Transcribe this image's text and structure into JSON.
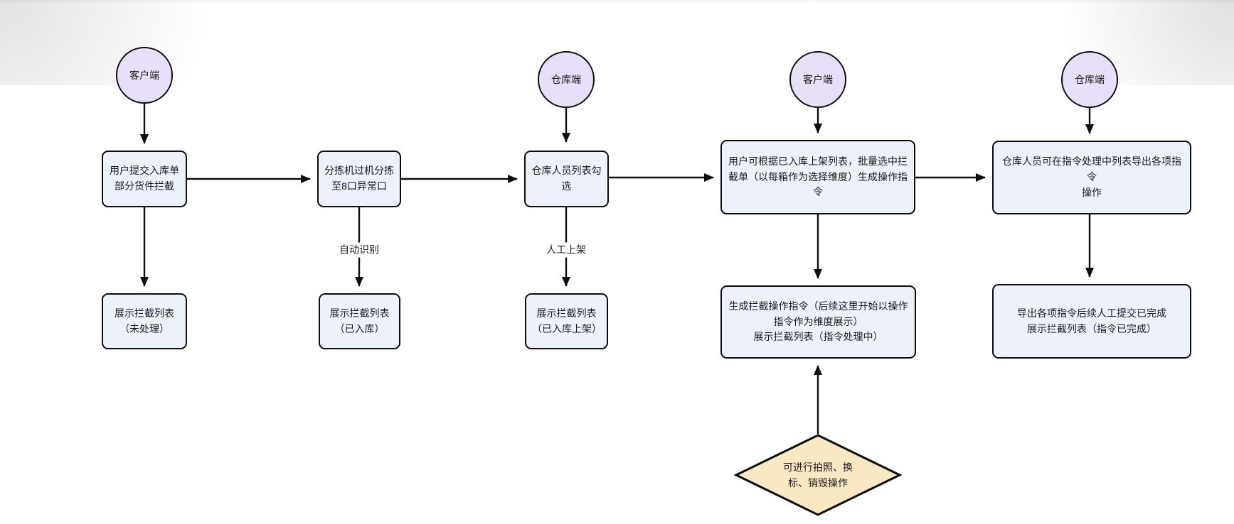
{
  "diagram": {
    "colors": {
      "actor_fill": "#e7e0f8",
      "process_fill": "#edf2fa",
      "decision_fill": "#f9e8c2",
      "stroke": "#0d0d0d",
      "canvas_bg": "#ffffff"
    },
    "actors": [
      {
        "label": "客户端"
      },
      {
        "label": "仓库端"
      },
      {
        "label": "客户端"
      },
      {
        "label": "仓库端"
      }
    ],
    "processes_row1": [
      {
        "label": "用户提交入库单\n部分货件拦截"
      },
      {
        "label": "分拣机过机分拣\n至8口异常口"
      },
      {
        "label": "仓库人员列表勾\n选"
      },
      {
        "label": "用户可根据已入库上架列表，批量选中拦截单（以每箱作为选择维度）生成操作指令"
      },
      {
        "label": "仓库人员可在指令处理中列表导出各项指令\n操作"
      }
    ],
    "edge_labels": {
      "auto_recognition": "自动识别",
      "manual_shelving": "人工上架"
    },
    "processes_row2": [
      {
        "label": "展示拦截列表\n（未处理）"
      },
      {
        "label": "展示拦截列表\n（已入库）"
      },
      {
        "label": "展示拦截列表\n（已入库上架）"
      },
      {
        "label": "生成拦截操作指令（后续这里开始以操作指令作为维度展示）\n展示拦截列表（指令处理中）"
      },
      {
        "label": "导出各项指令后续人工提交已完成\n展示拦截列表（指令已完成）"
      }
    ],
    "decision": {
      "label": "可进行拍照、换\n标、销毁操作"
    }
  }
}
